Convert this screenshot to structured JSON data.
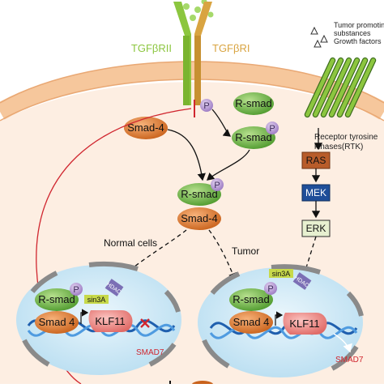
{
  "receptors": {
    "rii_label": "TGFβRII",
    "ri_label": "TGFβRI",
    "rii_color": "#8cc63f",
    "ri_color": "#d9a441"
  },
  "rtk": {
    "signal_label_line1": "Tumor promoting",
    "signal_label_line2": "substances",
    "signal_label_line3": "Growth factors",
    "label_line1": "Receptor tyrosine",
    "label_line2": "kinases(RTK)"
  },
  "cytoplasm": {
    "rsmad": "R-smad",
    "rsmad_p": "R-smad",
    "smad4": "Smad-4",
    "complex_rsmad": "R-smad",
    "complex_smad4": "Smad-4",
    "phospho": "P"
  },
  "cascade": {
    "ras": "RAS",
    "mek": "MEK",
    "erk": "ERK"
  },
  "paths": {
    "normal_label": "Normal cells",
    "tumor_label": "Tumor"
  },
  "nucleus_left": {
    "rsmad": "R-smad",
    "smad4": "Smad 4",
    "sin3a": "sin3A",
    "hdac": "HDAC",
    "klf11": "KLF11",
    "gene": "SMAD7",
    "phospho": "P"
  },
  "nucleus_right": {
    "rsmad": "R-smad",
    "smad4": "Smad 4",
    "sin3a": "sin3A",
    "hdac": "HDAC",
    "klf11": "KLF11",
    "gene": "SMAD7",
    "phospho": "P"
  },
  "colors": {
    "membrane": "#f6c79c",
    "cytoplasm": "#fdeee2",
    "green_protein": "#6dbb45",
    "orange_protein": "#e07a2b",
    "phospho": "#b79bd2",
    "klf11": "#f08a86",
    "sin3a": "#c7d94a",
    "hdac": "#7b6fb5",
    "nucleus": "#cfe9f6",
    "inhibit": "#d0262f",
    "cascade_box_brown": "#b85c2a",
    "cascade_box_blue": "#1f4e99"
  }
}
